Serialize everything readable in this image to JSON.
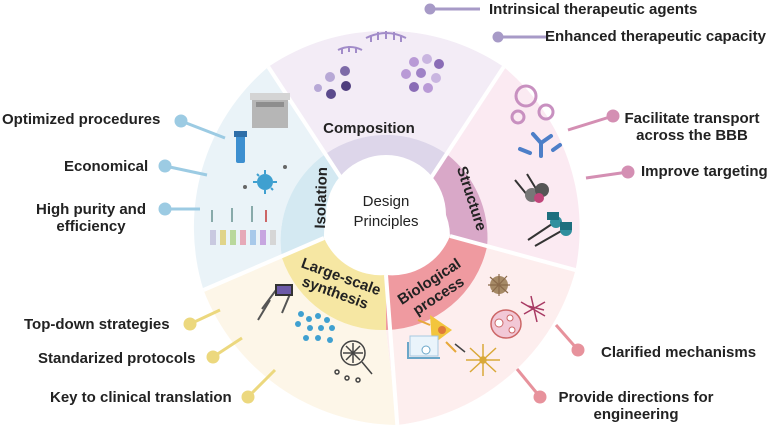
{
  "center": {
    "line1": "Design",
    "line2": "Principles"
  },
  "segments": {
    "composition": {
      "label": "Composition",
      "color": "#ddd6ea",
      "outer": "#f3ecf6"
    },
    "structure": {
      "label": "Structure",
      "color": "#d9a8c8",
      "outer": "#fbeaf2"
    },
    "biological": {
      "line1": "Biological",
      "line2": "process",
      "color": "#ef9aa0",
      "outer": "#fdeeee"
    },
    "largescale": {
      "line1": "Large-scale",
      "line2": "synthesis",
      "color": "#f6e7a3",
      "outer": "#fdf6e8"
    },
    "isolation": {
      "label": "Isolation",
      "color": "#d4e9f2",
      "outer": "#eaf3f8"
    }
  },
  "annotations": {
    "intrinsical": "Intrinsical therapeutic agents",
    "enhanced": "Enhanced therapeutic capacity",
    "facilitate_1": "Facilitate transport",
    "facilitate_2": "across the BBB",
    "improve": "Improve targeting",
    "clarified": "Clarified mechanisms",
    "provide_1": "Provide directions for",
    "provide_2": "engineering",
    "topdown": "Top-down strategies",
    "standardized": "Standarized protocols",
    "key": "Key to clinical translation",
    "optimized": "Optimized procedures",
    "economical": "Economical",
    "highpurity_1": "High purity and",
    "highpurity_2": "efficiency"
  },
  "connector_colors": {
    "composition": "#a79ac7",
    "structure": "#d48fb3",
    "biological": "#e7929c",
    "largescale": "#ecd87e",
    "isolation": "#9ccbe3"
  }
}
